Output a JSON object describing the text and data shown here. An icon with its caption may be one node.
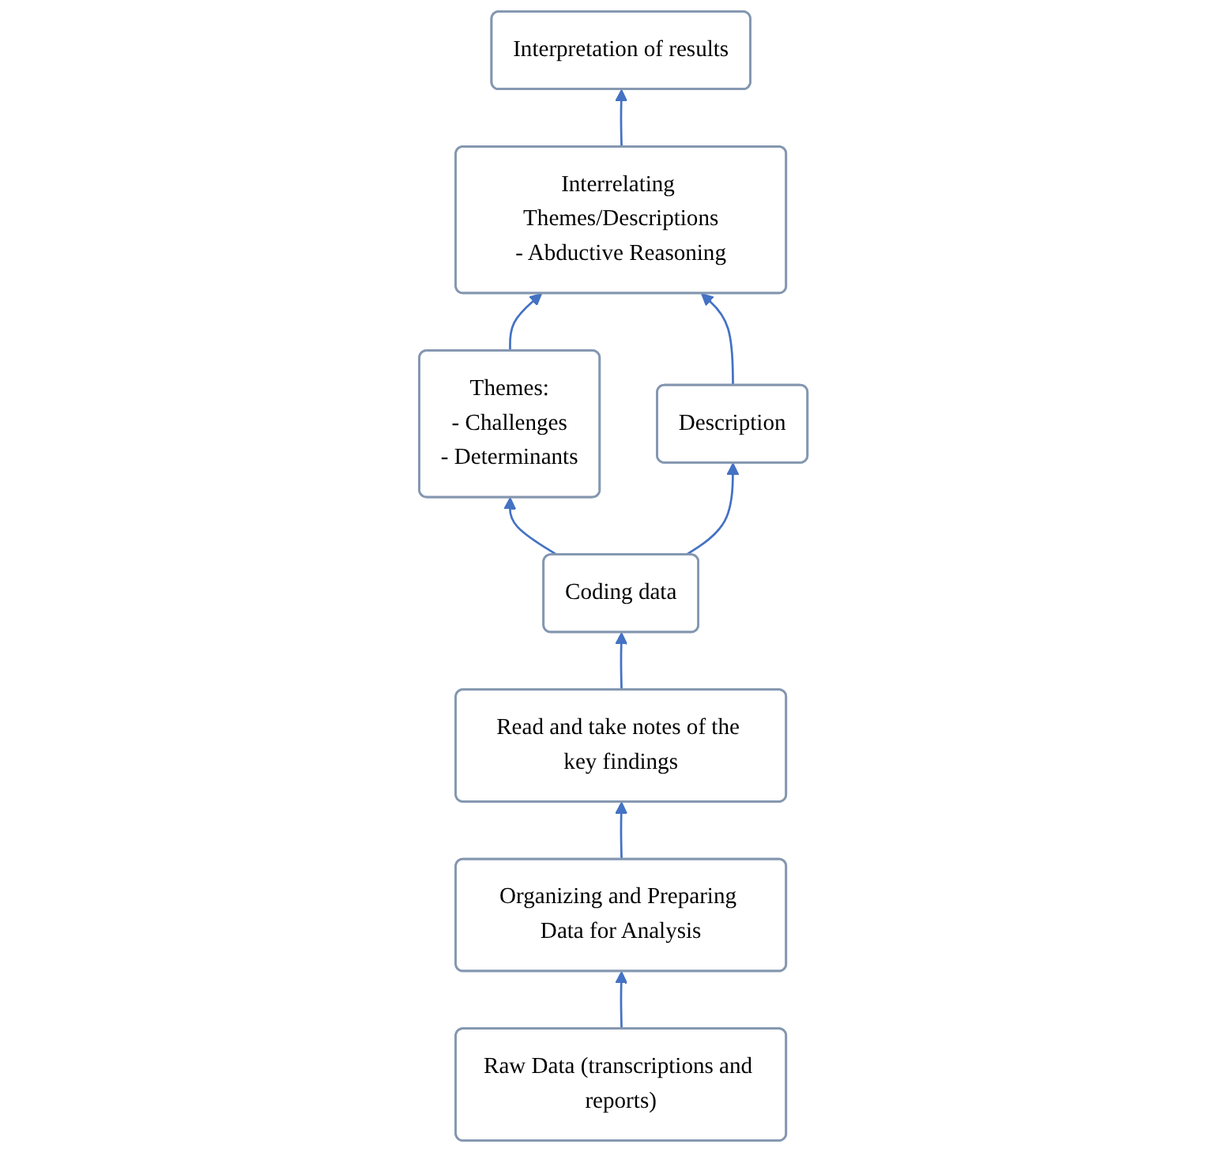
{
  "diagram": {
    "nodes": [
      {
        "text": [
          "Interpretation of results"
        ]
      },
      {
        "text": [
          "Interrelating Themes/Descriptions",
          "- Abductive Reasoning"
        ]
      },
      {
        "text": [
          "Themes:",
          "- Challenges",
          "- Determinants"
        ]
      },
      {
        "text": [
          "Description"
        ]
      },
      {
        "text": [
          "Coding data"
        ]
      },
      {
        "text": [
          "Read and take notes of the key findings"
        ]
      },
      {
        "text": [
          "Organizing and Preparing Data for Analysis"
        ]
      },
      {
        "text": [
          "Raw Data (transcriptions and reports)"
        ]
      }
    ],
    "edges": [
      {
        "from": 7,
        "to": 6,
        "arrow": "to"
      },
      {
        "from": 6,
        "to": 5,
        "arrow": "to"
      },
      {
        "from": 5,
        "to": 4,
        "arrow": "to"
      },
      {
        "from": 4,
        "to": 2,
        "arrow": "to"
      },
      {
        "from": 4,
        "to": 3,
        "arrow": "to"
      },
      {
        "from": 2,
        "to": 1,
        "arrow": "to"
      },
      {
        "from": 3,
        "to": 1,
        "arrow": "to"
      },
      {
        "from": 1,
        "to": 0,
        "arrow": "to"
      }
    ]
  }
}
